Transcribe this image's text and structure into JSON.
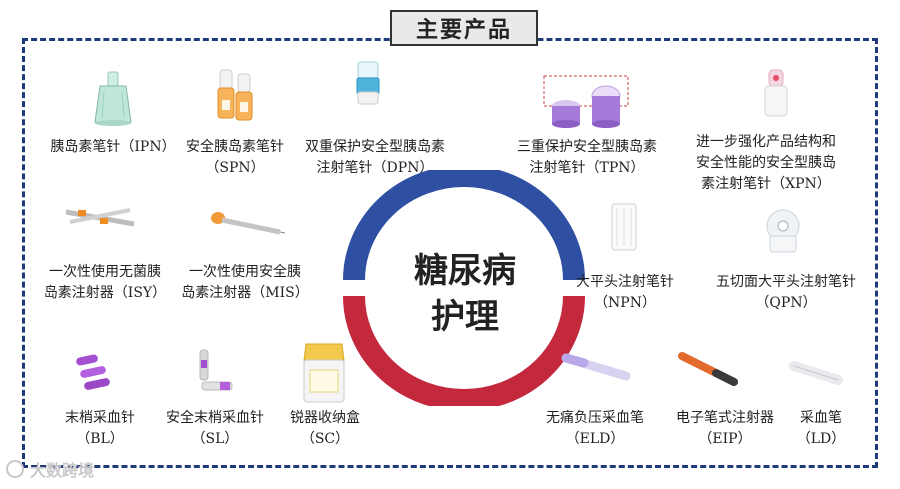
{
  "header": {
    "title": "主要产品"
  },
  "center": {
    "line1": "糖尿病",
    "line2": "护理"
  },
  "colors": {
    "frame": "#1f3a7a",
    "arc_top": "#2f4fa3",
    "arc_bottom": "#c4283c"
  },
  "products": [
    {
      "id": "ipn",
      "icon": "pen-needle-icon",
      "line1": "胰岛素笔针（IPN）",
      "line2": ""
    },
    {
      "id": "spn",
      "icon": "safety-pen-needle-icon",
      "line1": "安全胰岛素笔针",
      "line2": "（SPN）"
    },
    {
      "id": "dpn",
      "icon": "double-protection-needle-icon",
      "line1": "双重保护安全型胰岛素",
      "line2": "注射笔针（DPN）"
    },
    {
      "id": "tpn",
      "icon": "triple-protection-needle-icon",
      "line1": "三重保护安全型胰岛素",
      "line2": "注射笔针（TPN）"
    },
    {
      "id": "xpn",
      "icon": "enhanced-safety-needle-icon",
      "line1": "进一步强化产品结构和",
      "line2": "安全性能的安全型胰岛",
      "line3": "素注射笔针（XPN）"
    },
    {
      "id": "isy",
      "icon": "sterile-syringe-icon",
      "line1": "一次性使用无菌胰",
      "line2": "岛素注射器（ISY）"
    },
    {
      "id": "mis",
      "icon": "safety-syringe-icon",
      "line1": "一次性使用安全胰",
      "line2": "岛素注射器（MIS）"
    },
    {
      "id": "npn",
      "icon": "flat-head-needle-icon",
      "line1": "大平头注射笔针",
      "line2": "（NPN）"
    },
    {
      "id": "qpn",
      "icon": "five-bevel-needle-icon",
      "line1": "五切面大平头注射笔针",
      "line2": "（QPN）"
    },
    {
      "id": "bl",
      "icon": "lancet-icon",
      "line1": "末梢采血针",
      "line2": "（BL）"
    },
    {
      "id": "sl",
      "icon": "safety-lancet-icon",
      "line1": "安全末梢采血针",
      "line2": "（SL）"
    },
    {
      "id": "sc",
      "icon": "sharps-container-icon",
      "line1": "锐器收纳盒",
      "line2": "（SC）"
    },
    {
      "id": "eld",
      "icon": "painless-lancing-pen-icon",
      "line1": "无痛负压采血笔",
      "line2": "（ELD）"
    },
    {
      "id": "eip",
      "icon": "electronic-injector-pen-icon",
      "line1": "电子笔式注射器",
      "line2": "（EIP）"
    },
    {
      "id": "ld",
      "icon": "lancing-device-icon",
      "line1": "采血笔",
      "line2": "（LD）"
    }
  ],
  "watermark": {
    "text": "大数跨境"
  }
}
